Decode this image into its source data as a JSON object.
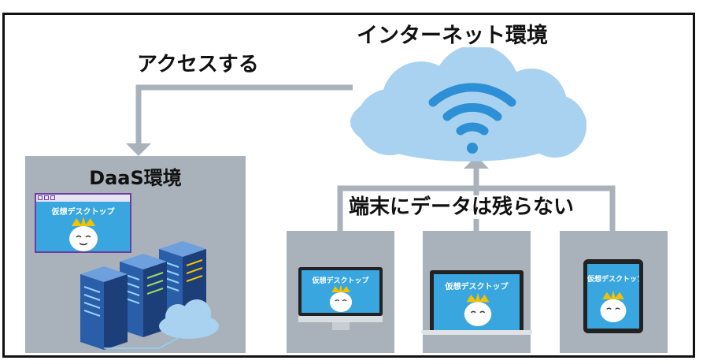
{
  "labels": {
    "internet": "インターネット環境",
    "access": "アクセスする",
    "daas": "DaaS環境",
    "no_data": "端末にデータは残らない"
  },
  "virtual_desktop": {
    "caption": "仮想デスクトップ"
  },
  "devices": [
    {
      "name": "desktop-monitor"
    },
    {
      "name": "laptop"
    },
    {
      "name": "tablet"
    }
  ],
  "colors": {
    "cloud": "#a8d2ef",
    "wifi": "#2d8fd5",
    "panel": "#a9b2ba",
    "screen": "#3aa6e0",
    "server": "#2a5ea8",
    "connector": "#a9b2ba"
  }
}
